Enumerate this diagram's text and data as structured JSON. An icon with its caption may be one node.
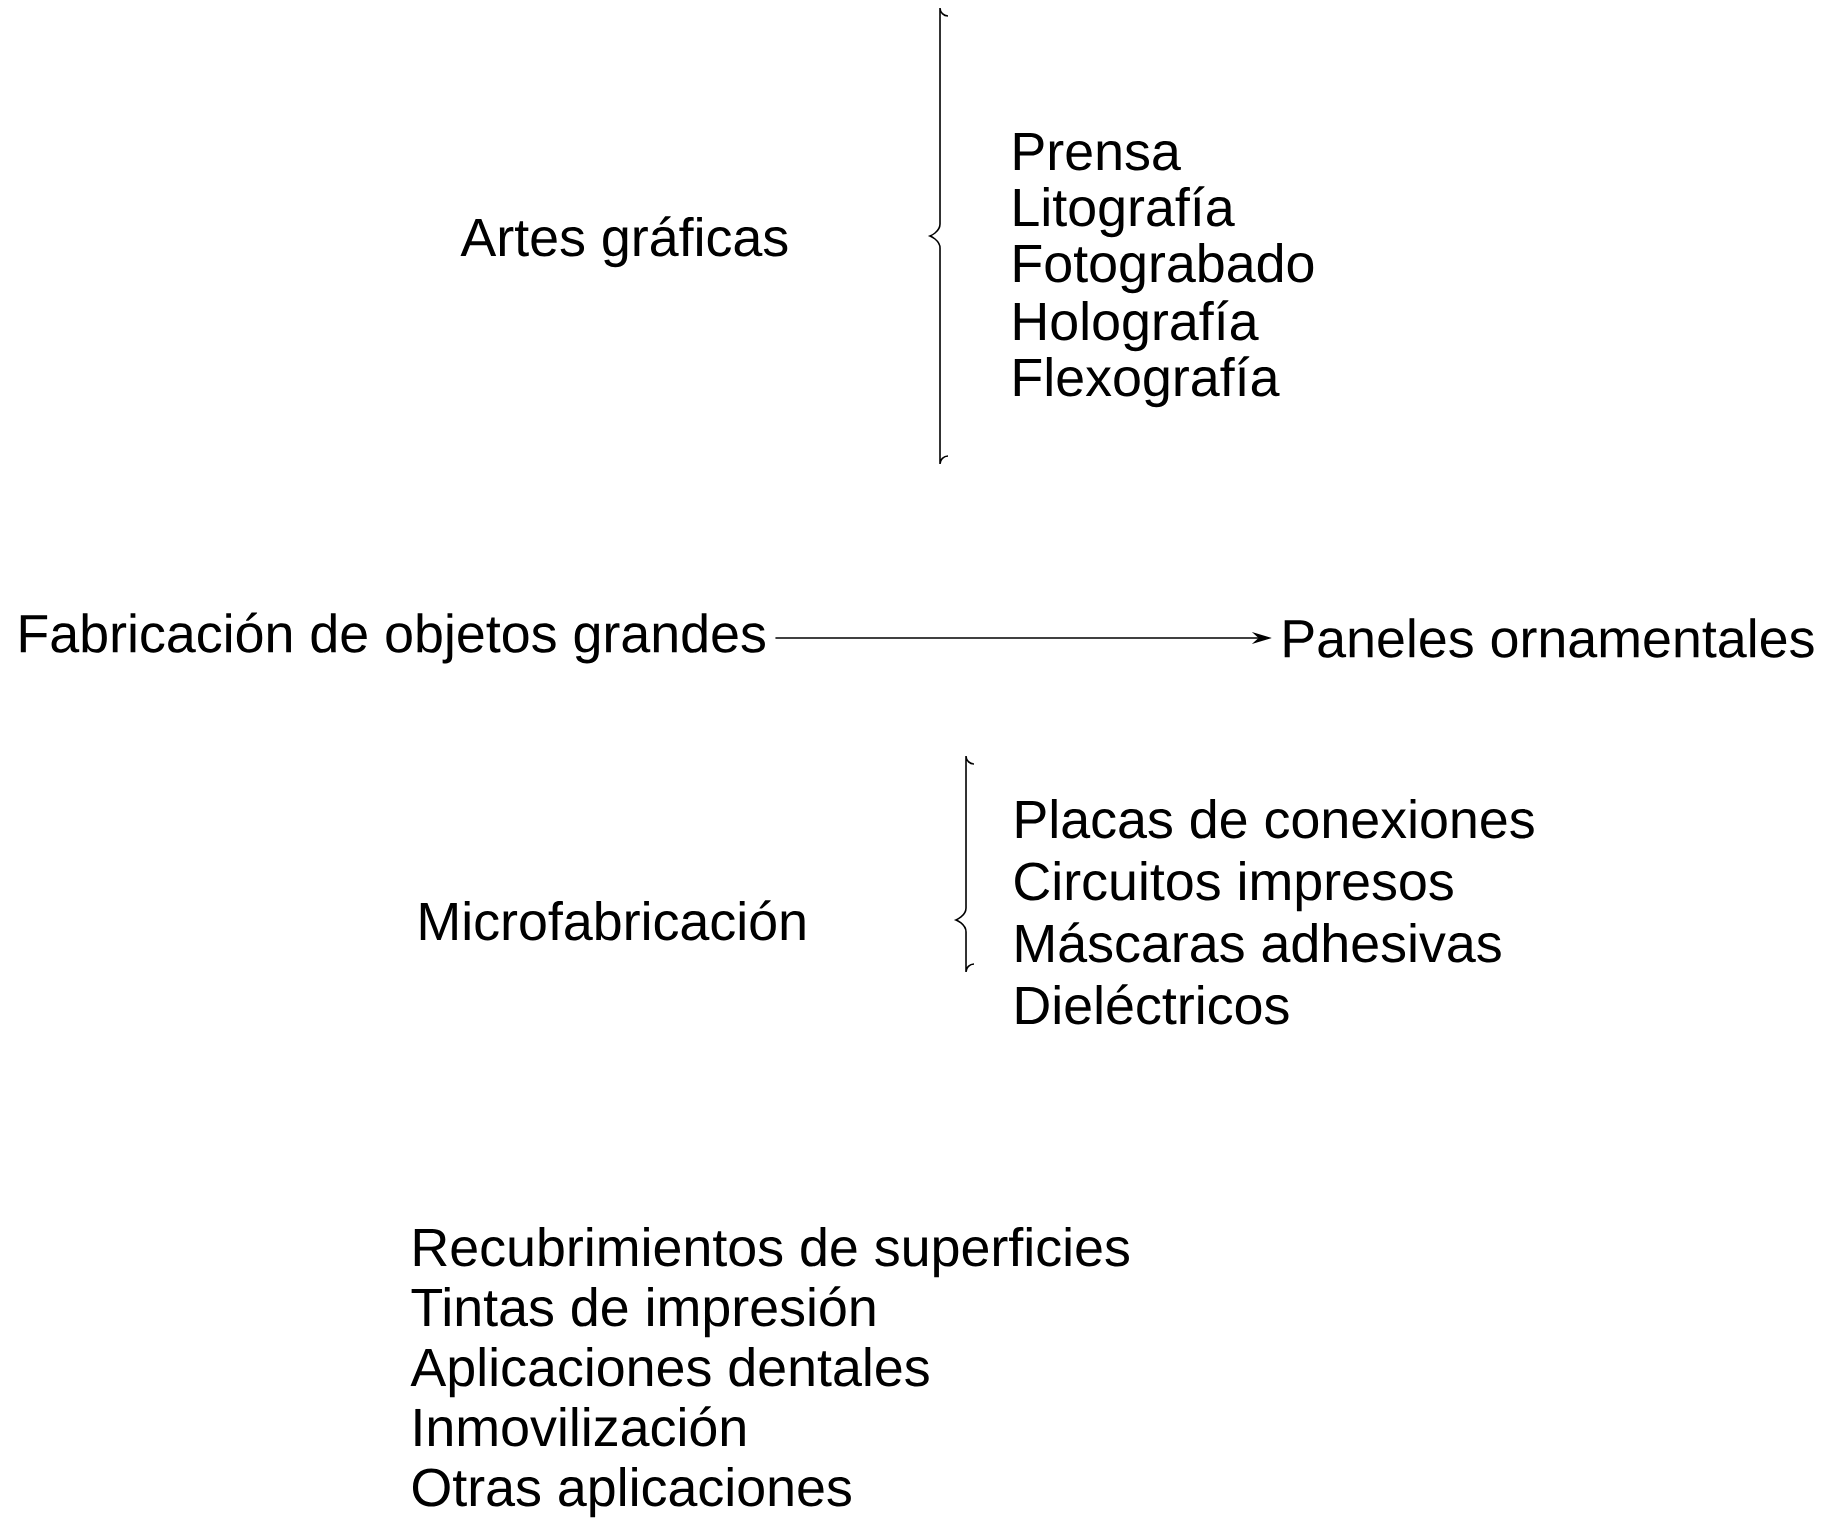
{
  "diagram": {
    "nodes": [
      {
        "text": [
          "Fabricación de objetos grandes"
        ]
      },
      {
        "text": [
          "Paneles ornamentales"
        ]
      }
    ],
    "edges": [
      {
        "from": 0,
        "to": 1,
        "arrow": "to"
      }
    ],
    "labels": [
      "Artes gráficas",
      "Prensa",
      "Litografía",
      "Fotograbado",
      "Holografía",
      "Flexografía",
      "Microfabricación",
      "Placas de conexiones",
      "Circuitos impresos",
      "Máscaras adhesivas",
      "Dieléctricos",
      "Recubrimientos de superficies",
      "Tintas de impresión",
      "Aplicaciones dentales",
      "Inmovilización",
      "Otras aplicaciones"
    ]
  }
}
